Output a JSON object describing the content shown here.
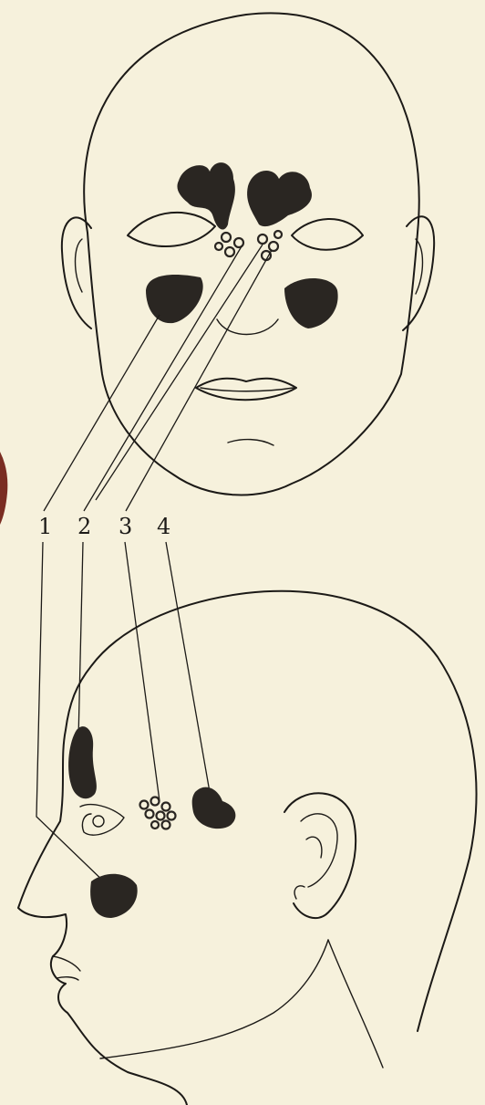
{
  "figure": {
    "views": [
      "front-view",
      "side-view"
    ],
    "sinus_labels": [
      "1",
      "2",
      "3",
      "4"
    ]
  },
  "colors": {
    "paper": "#f6f1dc",
    "ink": "#1c1a17",
    "sinus_fill": "#2a2622",
    "edge_mark": "#7a2d22"
  }
}
